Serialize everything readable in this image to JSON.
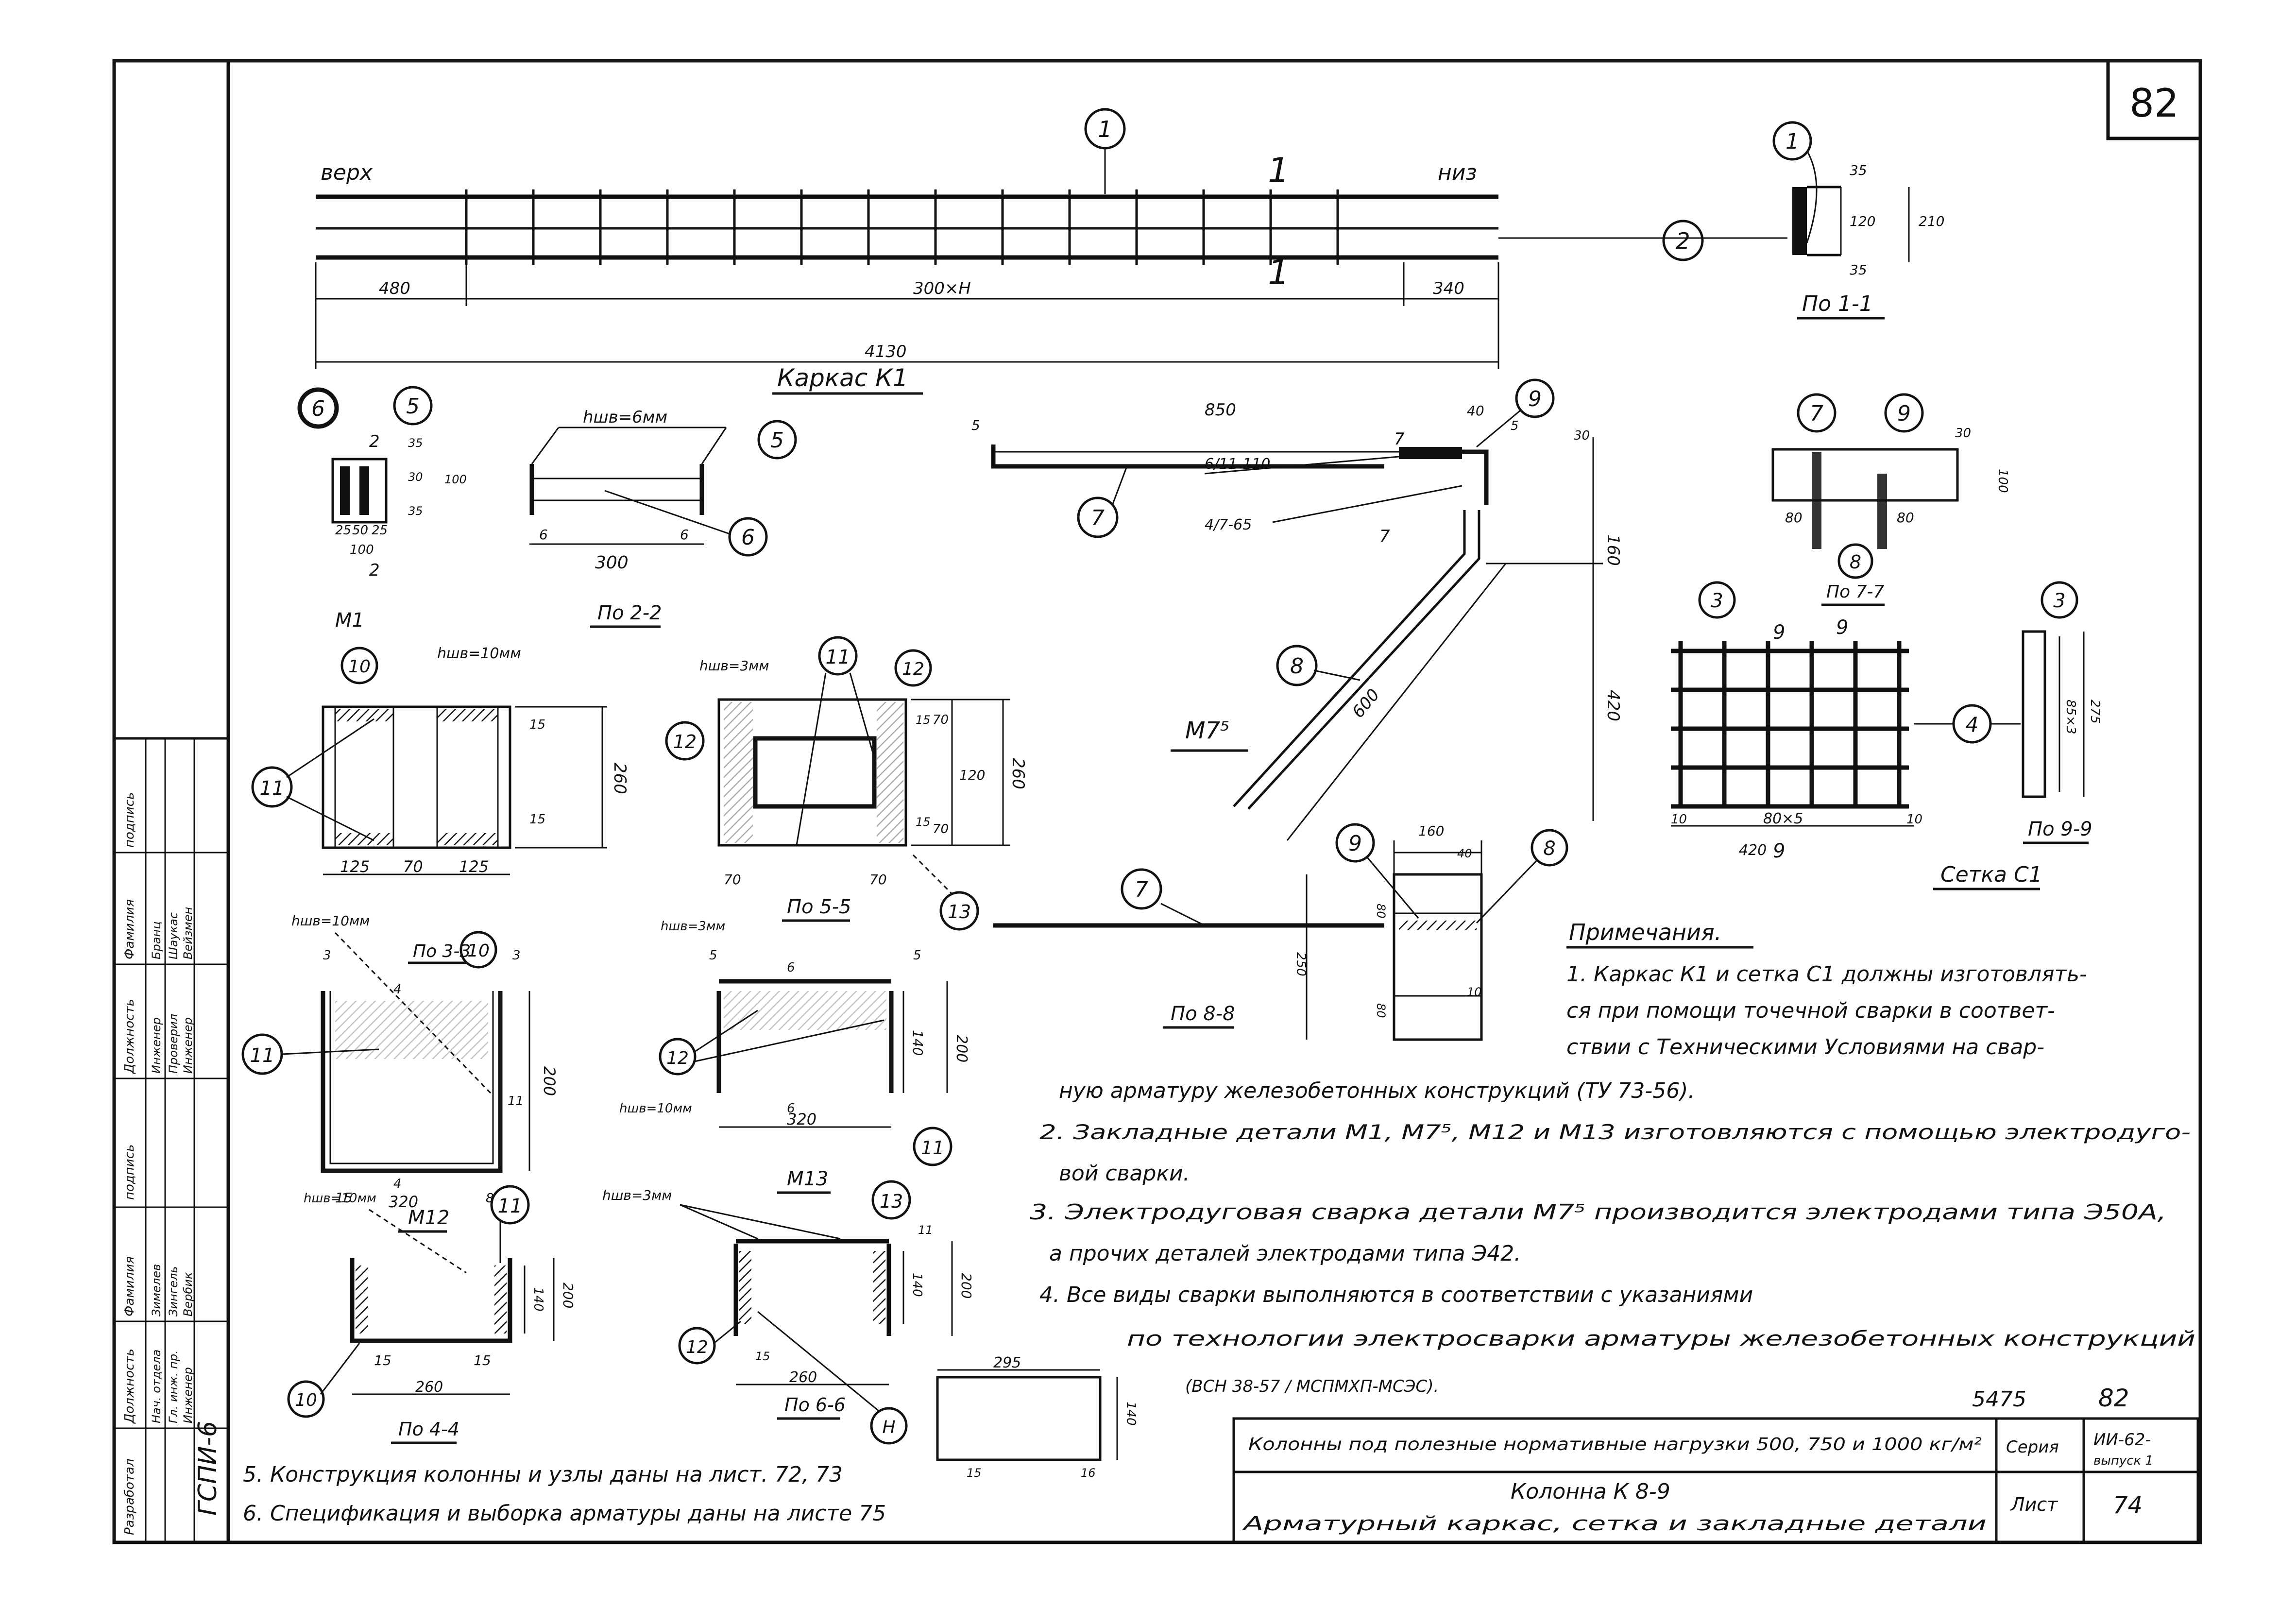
{
  "sheet": {
    "number": "82",
    "stamp_left": "ГСПИ-6",
    "doc_number": "5475",
    "doc_sheet": "82",
    "series": "ИИ-62-",
    "series_issue": "выпуск 1",
    "list": "74"
  },
  "title_block": {
    "row1": "Колонны под полезные нормативные нагрузки 500, 750 и 1000 кг/м²",
    "row2": "Колонна К 8-9",
    "row3": "Арматурный каркас, сетка и закладные детали",
    "series_label": "Серия",
    "list_label": "Лист"
  },
  "side_table": {
    "headers": [
      "Разработал",
      "Должность",
      "Фамилия",
      "подпись",
      "Должность",
      "Фамилия",
      "подпись"
    ],
    "col1": [
      "Нач. отдела",
      "Гл. инж. пр.",
      "Инженер"
    ],
    "col2": [
      "Зимелев",
      "Зингель",
      "Вербик"
    ],
    "col3": [
      "Инженер",
      "Проверил",
      "Инженер"
    ],
    "col4": [
      "Бранц",
      "Шаукас",
      "Вейзмен"
    ]
  },
  "karkas": {
    "top_left": "верх",
    "top_right": "низ",
    "section_mark": "1",
    "dims": [
      "480",
      "300×Н",
      "340",
      "4130"
    ],
    "title": "Каркас К1",
    "pos_1": "1",
    "pos_2": "2",
    "section_11_title": "По 1-1",
    "section_11_dims": [
      "35",
      "120",
      "35",
      "210"
    ]
  },
  "detail_22": {
    "pos": [
      "6",
      "5",
      "5",
      "6"
    ],
    "dims": [
      "25",
      "50",
      "25",
      "100",
      "35",
      "30",
      "35",
      "100",
      "6",
      "6",
      "300"
    ],
    "hw": "hшв=6мм",
    "mark": "2",
    "title": "По 2-2"
  },
  "m7": {
    "dims": [
      "5",
      "850",
      "40",
      "5",
      "30",
      "160",
      "420",
      "600"
    ],
    "labels": [
      "7",
      "9",
      "7",
      "8"
    ],
    "weld1": "6/11-110",
    "weld2": "4/7-65",
    "title": "М7⁵"
  },
  "m1": {
    "title": "М1",
    "hw": "hшв=10мм",
    "pos": [
      "10",
      "11"
    ],
    "dims": [
      "125",
      "70",
      "125",
      "15",
      "15",
      "260"
    ]
  },
  "m55": {
    "hw": "hшв=3мм",
    "pos": [
      "11",
      "12",
      "12",
      "13"
    ],
    "dims": [
      "70",
      "120",
      "70",
      "15",
      "15",
      "260",
      "70",
      "70"
    ],
    "title": "По 5-5"
  },
  "detail_77": {
    "pos": [
      "7",
      "9",
      "8"
    ],
    "dims": [
      "80",
      "80",
      "30",
      "100"
    ],
    "title": "По 7-7",
    "mark": "9"
  },
  "setka": {
    "pos": [
      "3",
      "4",
      "3"
    ],
    "dims": [
      "10",
      "80×5",
      "10",
      "420",
      "85×3",
      "275"
    ],
    "title": "Сетка С1",
    "section_99": "По 9-9",
    "mark": "9"
  },
  "detail_33": {
    "hw": "hшв=10мм",
    "pos": [
      "10",
      "11"
    ],
    "dims": [
      "3",
      "3",
      "4",
      "4",
      "15",
      "320",
      "8",
      "11",
      "200"
    ],
    "title": "По 3-3"
  },
  "detail_55b": {
    "hw1": "hшв=3мм",
    "hw2": "hшв=10мм",
    "pos": [
      "12",
      "11"
    ],
    "dims": [
      "5",
      "5",
      "6",
      "6",
      "140",
      "200",
      "320"
    ]
  },
  "detail_88": {
    "pos": [
      "7",
      "9",
      "8"
    ],
    "dims": [
      "160",
      "40",
      "80",
      "80",
      "250",
      "10"
    ],
    "title": "По 8-8"
  },
  "m12": {
    "title": "М12",
    "hw": "hшв=10мм",
    "pos": [
      "11",
      "10"
    ],
    "dims": [
      "15",
      "15",
      "140",
      "200",
      "260"
    ],
    "section": "По 4-4"
  },
  "m13": {
    "title": "М13",
    "hw": "hшв=3мм",
    "pos": [
      "13",
      "12",
      "H"
    ],
    "dims": [
      "11",
      "140",
      "200",
      "15",
      "260",
      "295",
      "15",
      "16",
      "140"
    ],
    "section": "По 6-6"
  },
  "notes": {
    "heading": "Примечания.",
    "n1a": "1. Каркас К1 и сетка С1 должны изготовлять-",
    "n1b": "ся при помощи точечной сварки в соответ-",
    "n1c": "ствии с Техническими Условиями на свар-",
    "n1d": "ную арматуру железобетонных конструкций (ТУ 73-56).",
    "n2a": "2. Закладные детали М1, М7⁵, М12 и М13 изготовляются с помощью электродуго-",
    "n2b": "вой сварки.",
    "n3a": "3. Электродуговая сварка детали М7⁵ производится электродами типа Э50А,",
    "n3b": "а прочих деталей электродами типа Э42.",
    "n4a": "4. Все виды сварки выполняются в соответствии с указаниями",
    "n4b": "по технологии электросварки арматуры железобетонных конструкций",
    "n4c": "(ВСН 38-57 / МСПМХП-МСЭС).",
    "n5": "5. Конструкция колонны и узлы даны на лист. 72, 73",
    "n6": "6. Спецификация и выборка арматуры даны на листе 75"
  }
}
